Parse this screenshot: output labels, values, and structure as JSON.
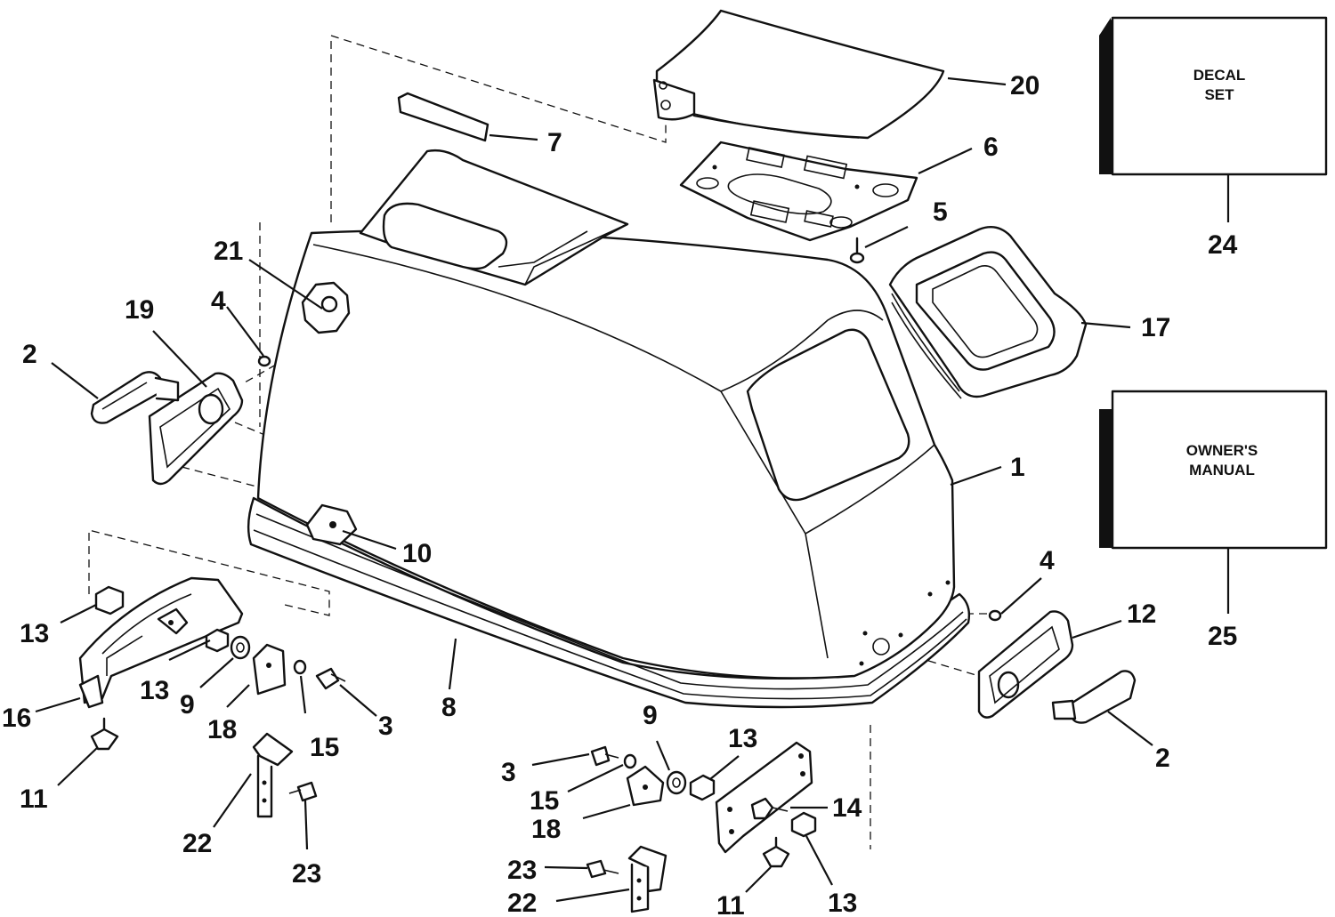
{
  "boxes": {
    "decal_line1": "DECAL",
    "decal_line2": "SET",
    "manual_line1": "OWNER'S",
    "manual_line2": "MANUAL"
  },
  "callouts": {
    "c1": "1",
    "c2a": "2",
    "c2b": "2",
    "c3a": "3",
    "c3b": "3",
    "c4a": "4",
    "c4b": "4",
    "c5": "5",
    "c6": "6",
    "c7": "7",
    "c8": "8",
    "c9a": "9",
    "c9b": "9",
    "c10": "10",
    "c11a": "11",
    "c11b": "11",
    "c12": "12",
    "c13a": "13",
    "c13b": "13",
    "c13c": "13",
    "c13d": "13",
    "c14": "14",
    "c15a": "15",
    "c15b": "15",
    "c16": "16",
    "c17": "17",
    "c18a": "18",
    "c18b": "18",
    "c19": "19",
    "c20": "20",
    "c21": "21",
    "c22a": "22",
    "c22b": "22",
    "c23a": "23",
    "c23b": "23",
    "c24": "24",
    "c25": "25"
  }
}
